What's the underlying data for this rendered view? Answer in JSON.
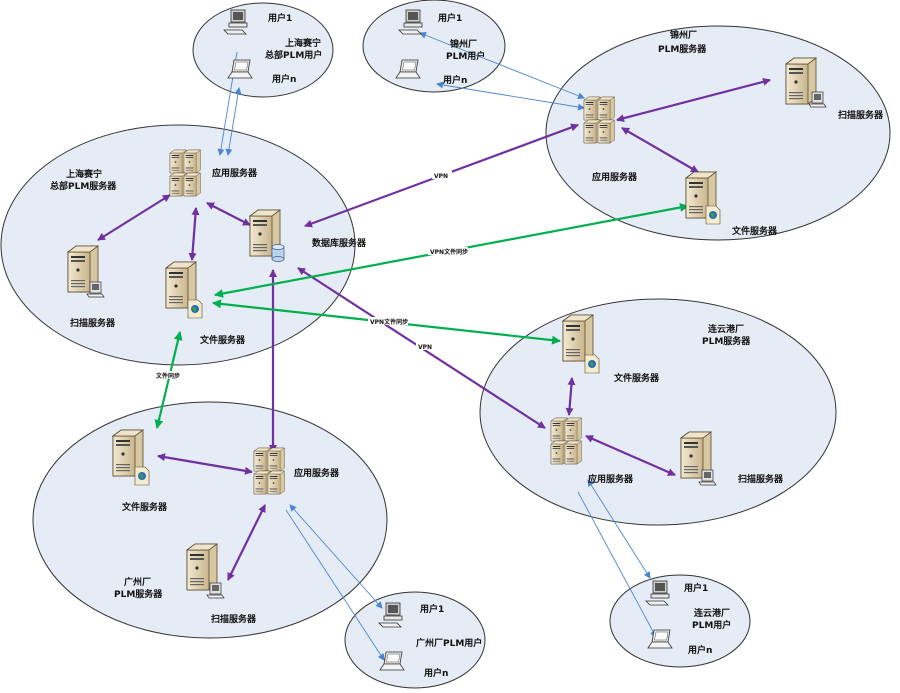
{
  "title": "PLM network deployment diagram",
  "colors": {
    "zone_fill": "#e6ecf5",
    "zone_stroke": "#333333",
    "link_purple": "#7030a0",
    "link_green": "#00b050",
    "link_blue": "#4a86d0"
  },
  "sites": {
    "hq_users": {
      "title_lines": [
        "上海赛宁",
        "总部PLM用户"
      ],
      "user1": "用户1",
      "usern": "用户n"
    },
    "jinzhou_users": {
      "title_lines": [
        "锦州厂",
        "PLM用户"
      ],
      "user1": "用户1",
      "usern": "用户n"
    },
    "jinzhou_servers": {
      "title_lines": [
        "锦州厂",
        "PLM服务器"
      ],
      "app_server": "应用服务器",
      "scan_server": "扫描服务器",
      "file_server": "文件服务器"
    },
    "hq_servers": {
      "title_lines": [
        "上海赛宁",
        "总部PLM服务器"
      ],
      "app_server": "应用服务器",
      "db_server": "数据库服务器",
      "scan_server": "扫描服务器",
      "file_server": "文件服务器"
    },
    "lianyungang_servers": {
      "title_lines": [
        "连云港厂",
        "PLM服务器"
      ],
      "file_server": "文件服务器",
      "app_server": "应用服务器",
      "scan_server": "扫描服务器"
    },
    "lianyungang_users": {
      "title_lines": [
        "连云港厂",
        "PLM用户"
      ],
      "user1": "用户1",
      "usern": "用户n"
    },
    "guangzhou_servers": {
      "title_lines": [
        "广州厂",
        "PLM服务器"
      ],
      "file_server": "文件服务器",
      "app_server": "应用服务器",
      "scan_server": "扫描服务器"
    },
    "guangzhou_users": {
      "title": "广州厂PLM用户",
      "user1": "用户1",
      "usern": "用户n"
    }
  },
  "link_labels": {
    "vpn_jinzhou": "VPN",
    "vpn_file_sync_jinzhou": "VPN文件同步",
    "vpn_file_sync_lyg": "VPN文件同步",
    "vpn_lyg": "VPN",
    "file_sync_gz": "文件同步"
  }
}
